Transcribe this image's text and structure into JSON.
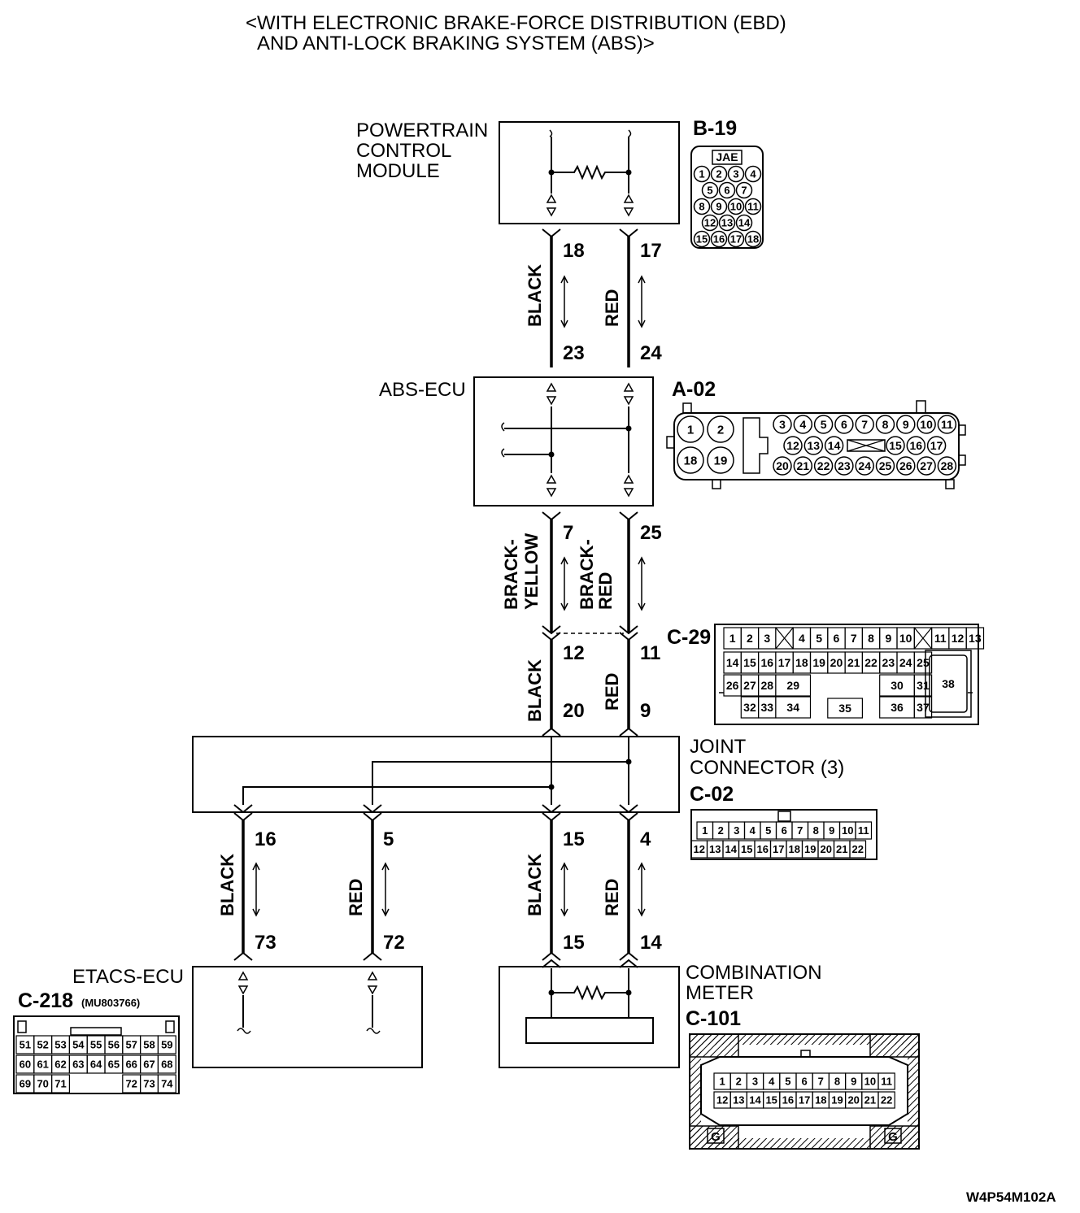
{
  "header": {
    "title_line1": "<WITH ELECTRONIC BRAKE-FORCE DISTRIBUTION (EBD)",
    "title_line2": "AND ANTI-LOCK BRAKING SYSTEM (ABS)>"
  },
  "components": {
    "pcm": {
      "name_line1": "POWERTRAIN",
      "name_line2": "CONTROL",
      "name_line3": "MODULE",
      "connector": "B-19",
      "tag": "JAE"
    },
    "abs": {
      "name": "ABS-ECU",
      "connector": "A-02"
    },
    "c29": {
      "connector": "C-29"
    },
    "joint": {
      "name_line1": "JOINT",
      "name_line2": "CONNECTOR (3)",
      "connector": "C-02"
    },
    "etacs": {
      "name": "ETACS-ECU",
      "connector": "C-218",
      "part_no": "(MU803766)"
    },
    "meter": {
      "name_line1": "COMBINATION",
      "name_line2": "METER",
      "connector": "C-101"
    }
  },
  "wires": {
    "pcm_abs": {
      "left_top": "18",
      "right_top": "17",
      "left_bottom": "23",
      "right_bottom": "24",
      "left_color": "BLACK",
      "right_color": "RED"
    },
    "abs_c29": {
      "left_top": "7",
      "right_top": "25",
      "left_color_1": "BRACK-",
      "left_color_2": "YELLOW",
      "right_color_1": "BRACK-",
      "right_color_2": "RED"
    },
    "c29_joint": {
      "left_top": "12",
      "right_top": "11",
      "left_bottom": "20",
      "right_bottom": "9",
      "left_color": "BLACK",
      "right_color": "RED"
    },
    "joint_etacs": {
      "a_top": "16",
      "b_top": "5",
      "a_bottom": "73",
      "b_bottom": "72",
      "a_color": "BLACK",
      "b_color": "RED"
    },
    "joint_meter": {
      "c_top": "15",
      "d_top": "4",
      "c_bottom": "15",
      "d_bottom": "14",
      "c_color": "BLACK",
      "d_color": "RED"
    }
  },
  "pins": {
    "b19": [
      "1",
      "2",
      "3",
      "4",
      "5",
      "6",
      "7",
      "8",
      "9",
      "10",
      "11",
      "12",
      "13",
      "14",
      "15",
      "16",
      "17",
      "18"
    ],
    "a02": [
      "1",
      "2",
      "18",
      "19",
      "3",
      "4",
      "5",
      "6",
      "7",
      "8",
      "9",
      "10",
      "11",
      "12",
      "13",
      "14",
      "15",
      "16",
      "17",
      "20",
      "21",
      "22",
      "23",
      "24",
      "25",
      "26",
      "27",
      "28"
    ],
    "c29": [
      "1",
      "2",
      "3",
      "4",
      "5",
      "6",
      "7",
      "8",
      "9",
      "10",
      "11",
      "12",
      "13",
      "14",
      "15",
      "16",
      "17",
      "18",
      "19",
      "20",
      "21",
      "22",
      "23",
      "24",
      "25",
      "26",
      "27",
      "28",
      "29",
      "30",
      "31",
      "32",
      "33",
      "34",
      "35",
      "36",
      "37",
      "38"
    ],
    "c02_row1": [
      "1",
      "2",
      "3",
      "4",
      "5",
      "6",
      "7",
      "8",
      "9",
      "10",
      "11"
    ],
    "c02_row2": [
      "12",
      "13",
      "14",
      "15",
      "16",
      "17",
      "18",
      "19",
      "20",
      "21",
      "22"
    ],
    "c218_row1": [
      "51",
      "52",
      "53",
      "54",
      "55",
      "56",
      "57",
      "58",
      "59"
    ],
    "c218_row2": [
      "60",
      "61",
      "62",
      "63",
      "64",
      "65",
      "66",
      "67",
      "68"
    ],
    "c218_row3_left": [
      "69",
      "70",
      "71"
    ],
    "c218_row3_right": [
      "72",
      "73",
      "74"
    ],
    "c101_row1": [
      "1",
      "2",
      "3",
      "4",
      "5",
      "6",
      "7",
      "8",
      "9",
      "10",
      "11"
    ],
    "c101_row2": [
      "12",
      "13",
      "14",
      "15",
      "16",
      "17",
      "18",
      "19",
      "20",
      "21",
      "22"
    ],
    "c101_ground": "G"
  },
  "footer": {
    "figure_code": "W4P54M102A"
  }
}
